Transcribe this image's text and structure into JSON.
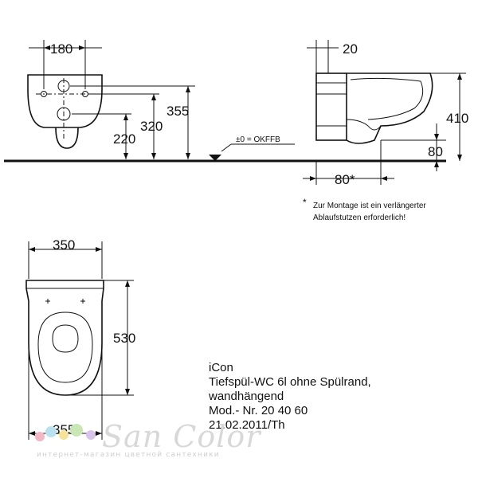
{
  "dimensions": {
    "top_width": "180",
    "height_355": "355",
    "height_320": "320",
    "height_220": "220",
    "side_offset": "20",
    "side_height": "410",
    "side_drain": "80",
    "side_depth": "80*",
    "floor_label": "±0 = OKFFB",
    "plan_width_top": "350",
    "plan_length": "530",
    "plan_width_bottom": "355"
  },
  "note": {
    "line1": "Zur Montage ist ein verlängerter",
    "line2": "Ablaufstutzen erforderlich!"
  },
  "info": {
    "series": "iCon",
    "line2": "Tiefspül-WC 6l ohne Spülrand,",
    "line3": "wandhängend",
    "model": "Mod.- Nr. 20 40 60",
    "date": "21.02.2011/Th"
  },
  "watermark": {
    "brand": "San Color",
    "tagline": "интернет-магазин цветной сантехники",
    "dot_colors": [
      "#f2b8c6",
      "#b9e1f0",
      "#f7e29a",
      "#c9e6b5",
      "#d9c4ec"
    ]
  }
}
